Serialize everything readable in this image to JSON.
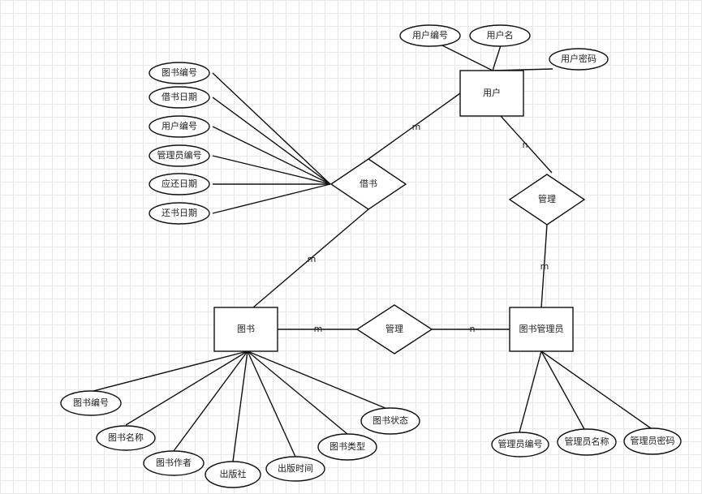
{
  "entities": {
    "user": "用户",
    "book": "图书",
    "librarian": "图书管理员"
  },
  "relationships": {
    "borrow": "借书",
    "manage_users": "管理",
    "manage_books": "管理"
  },
  "attributes": {
    "user": [
      "用户编号",
      "用户名",
      "用户密码"
    ],
    "borrow": [
      "图书编号",
      "借书日期",
      "用户编号",
      "管理员编号",
      "应还日期",
      "还书日期"
    ],
    "book": [
      "图书编号",
      "图书名称",
      "图书作者",
      "出版社",
      "出版时间",
      "图书类型",
      "图书状态"
    ],
    "librarian": [
      "管理员编号",
      "管理员名称",
      "管理员密码"
    ]
  },
  "cardinalities": {
    "borrow_user": "m",
    "borrow_book": "m",
    "manage_users_user": "n",
    "manage_users_librarian": "m",
    "manage_books_book": "m",
    "manage_books_librarian": "n"
  }
}
